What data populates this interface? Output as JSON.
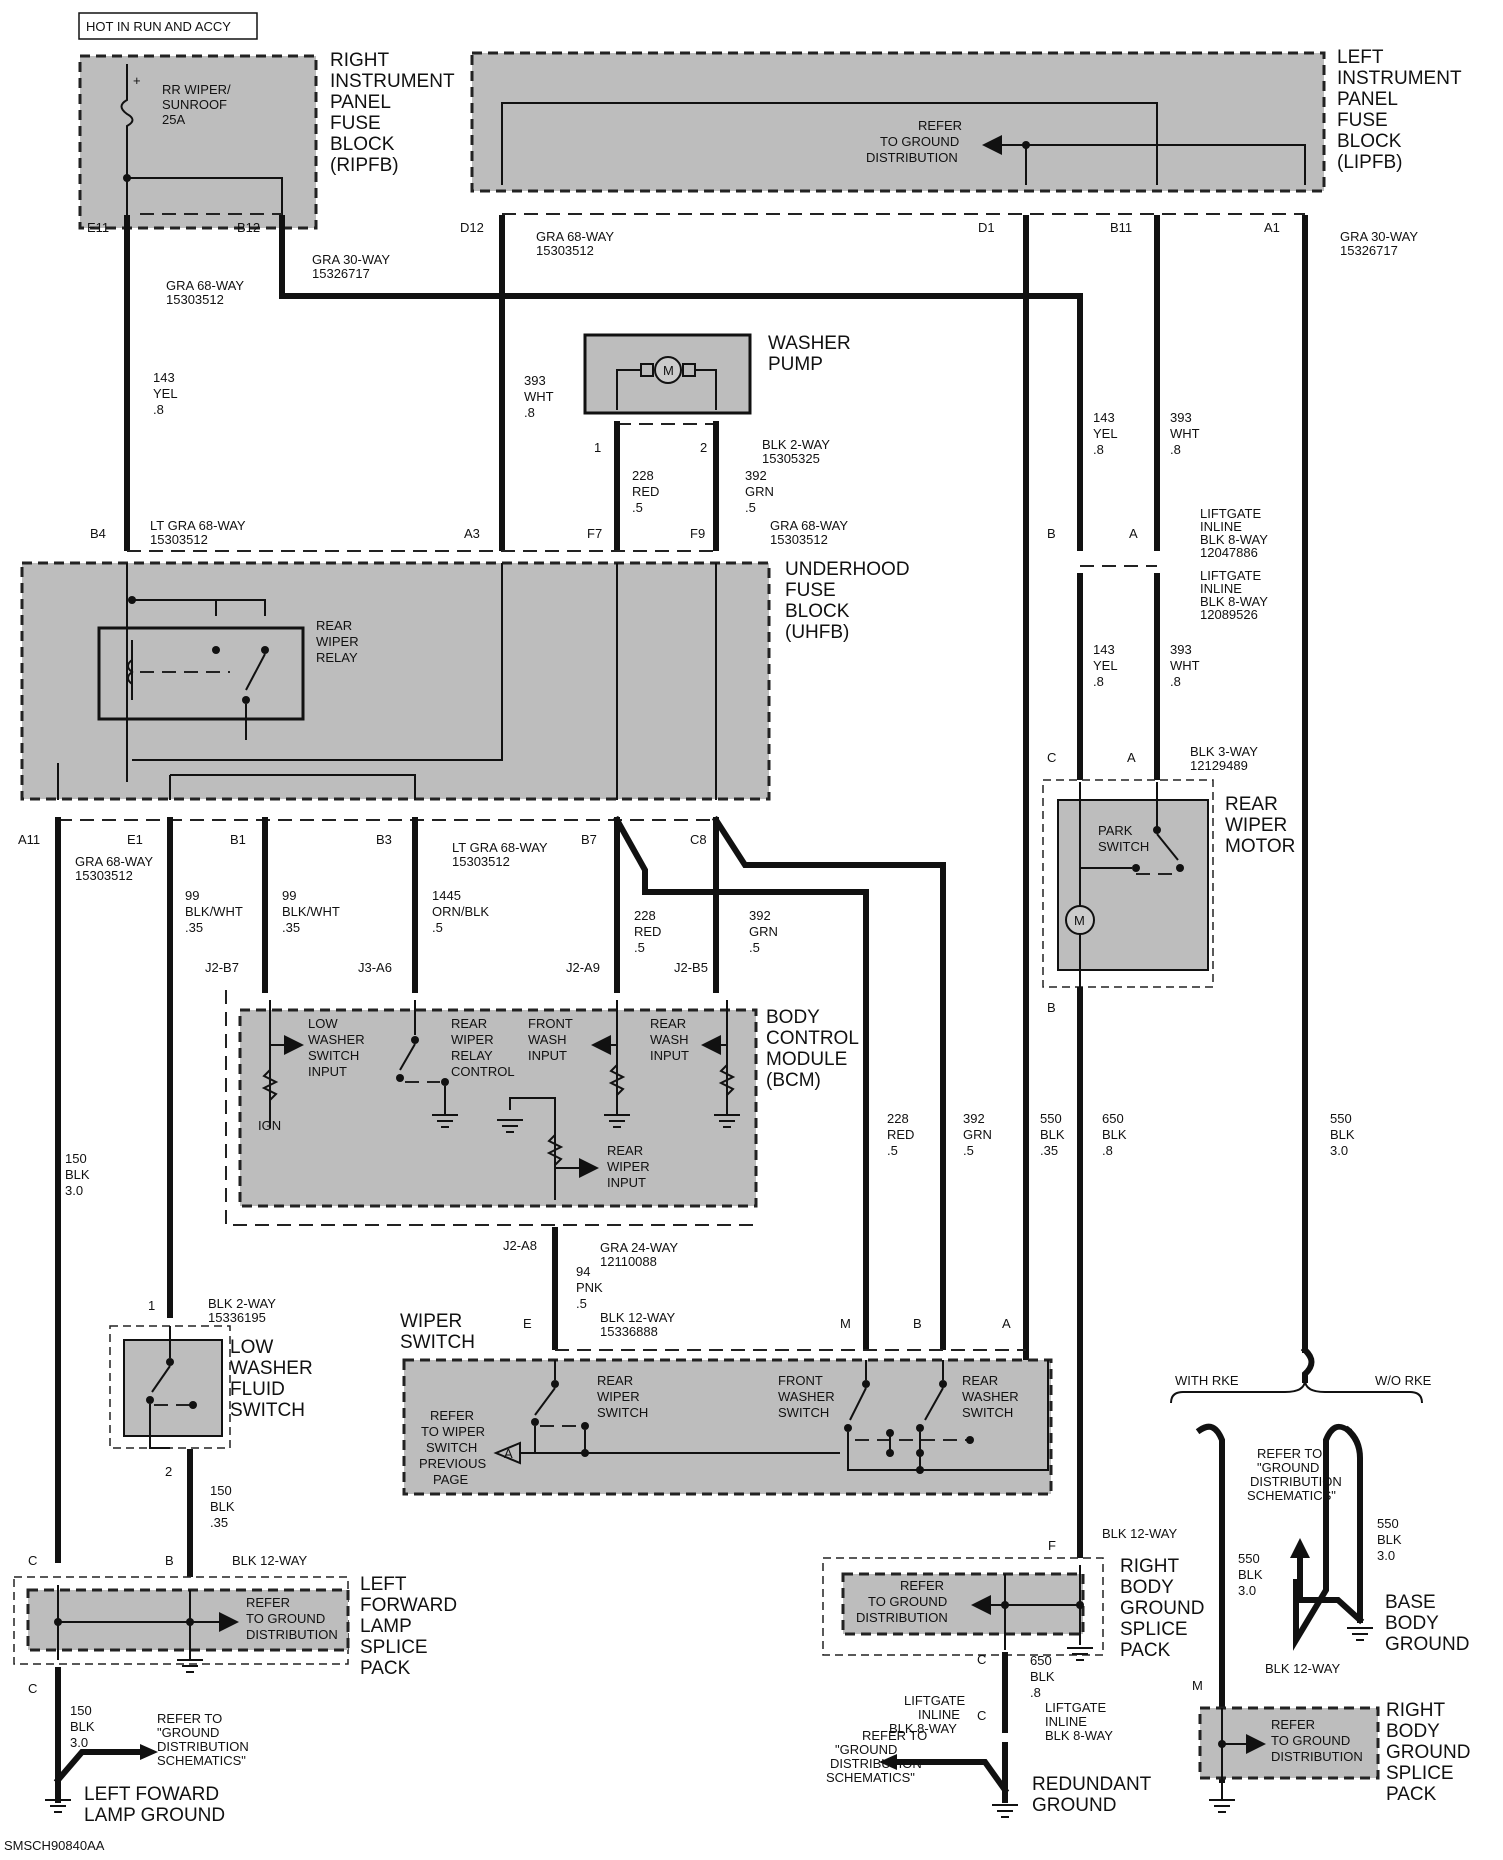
{
  "header_note": "HOT IN RUN AND ACCY",
  "figure_id": "SMSCH90840AA",
  "components": {
    "ripfb": [
      "RIGHT",
      "INSTRUMENT",
      "PANEL",
      "FUSE",
      "BLOCK",
      "(RIPFB)"
    ],
    "fuse": [
      "RR WIPER/",
      "SUNROOF",
      "25A"
    ],
    "lipfb": [
      "LEFT",
      "INSTRUMENT",
      "PANEL",
      "FUSE",
      "BLOCK",
      "(LIPFB)"
    ],
    "lipfb_ground_ref": [
      "REFER",
      "TO GROUND",
      "DISTRIBUTION"
    ],
    "washer_pump": [
      "WASHER",
      "PUMP"
    ],
    "uhfb": [
      "UNDERHOOD",
      "FUSE",
      "BLOCK",
      "(UHFB)"
    ],
    "rear_wiper_relay": [
      "REAR",
      "WIPER",
      "RELAY"
    ],
    "rear_wiper_motor": [
      "REAR",
      "WIPER",
      "MOTOR"
    ],
    "park_switch": [
      "PARK",
      "SWITCH"
    ],
    "bcm": [
      "BODY",
      "CONTROL",
      "MODULE",
      "(BCM)"
    ],
    "bcm_low_washer": [
      "LOW",
      "WASHER",
      "SWITCH",
      "INPUT"
    ],
    "bcm_rear_wiper_relay": [
      "REAR",
      "WIPER",
      "RELAY",
      "CONTROL"
    ],
    "bcm_front_wash": [
      "FRONT",
      "WASH",
      "INPUT"
    ],
    "bcm_rear_wash": [
      "REAR",
      "WASH",
      "INPUT"
    ],
    "bcm_ign": "IGN",
    "bcm_rear_wiper_input": [
      "REAR",
      "WIPER",
      "INPUT"
    ],
    "low_washer_fluid_switch": [
      "LOW",
      "WASHER",
      "FLUID",
      "SWITCH"
    ],
    "wiper_switch": [
      "WIPER",
      "SWITCH"
    ],
    "ws_rear_wiper": [
      "REAR",
      "WIPER",
      "SWITCH"
    ],
    "ws_front_washer": [
      "FRONT",
      "WASHER",
      "SWITCH"
    ],
    "ws_rear_washer": [
      "REAR",
      "WASHER",
      "SWITCH"
    ],
    "ws_refer": [
      "REFER",
      "TO WIPER",
      "SWITCH",
      "PREVIOUS",
      "PAGE"
    ],
    "ws_ref_letter": "A",
    "lf_lamp_splice": [
      "LEFT",
      "FORWARD",
      "LAMP",
      "SPLICE",
      "PACK"
    ],
    "lf_lamp_ref": [
      "REFER",
      "TO GROUND",
      "DISTRIBUTION"
    ],
    "lf_lamp_ground": [
      "LEFT FOWARD",
      "LAMP GROUND"
    ],
    "lf_ground_ref": [
      "REFER TO",
      "\"GROUND",
      "DISTRIBUTION",
      "SCHEMATICS\""
    ],
    "rb_splice_1": [
      "RIGHT",
      "BODY",
      "GROUND",
      "SPLICE",
      "PACK"
    ],
    "rb_splice_1_ref": [
      "REFER",
      "TO GROUND",
      "DISTRIBUTION"
    ],
    "redundant_ground": [
      "REDUNDANT",
      "GROUND"
    ],
    "redundant_ref": [
      "REFER TO",
      "\"GROUND",
      "DISTRIBUTION",
      "SCHEMATICS\""
    ],
    "liftgate_left": [
      "LIFTGATE",
      "INLINE",
      "BLK 8-WAY"
    ],
    "liftgate_right": [
      "LIFTGATE",
      "INLINE",
      "BLK 8-WAY"
    ],
    "with_rke": "WITH RKE",
    "wo_rke": "W/O RKE",
    "rke_ref": [
      "REFER TO",
      "\"GROUND",
      "DISTRIBUTION",
      "SCHEMATICS\""
    ],
    "base_body_ground": [
      "BASE",
      "BODY",
      "GROUND"
    ],
    "rb_splice_2": [
      "RIGHT",
      "BODY",
      "GROUND",
      "SPLICE",
      "PACK"
    ],
    "rb_splice_2_ref": [
      "REFER",
      "TO GROUND",
      "DISTRIBUTION"
    ]
  },
  "connectors": {
    "e11": "E11",
    "b12": "B12",
    "d12": "D12",
    "d1": "D1",
    "b11": "B11",
    "a1": "A1",
    "gra68_e11": [
      "GRA 68-WAY",
      "15303512"
    ],
    "gra30_b12": [
      "GRA 30-WAY",
      "15326717"
    ],
    "gra68_d12": [
      "GRA 68-WAY",
      "15303512"
    ],
    "gra30_a1": [
      "GRA 30-WAY",
      "15326717"
    ],
    "pin1": "1",
    "pin2": "2",
    "blk2_pump": [
      "BLK 2-WAY",
      "15305325"
    ],
    "b4": "B4",
    "a3": "A3",
    "f7": "F7",
    "f9": "F9",
    "ltgra68_b4": [
      "LT GRA 68-WAY",
      "15303512"
    ],
    "gra68_f9": [
      "GRA 68-WAY",
      "15303512"
    ],
    "lg_b": "B",
    "lg_a": "A",
    "liftgate_top": [
      "LIFTGATE",
      "INLINE",
      "BLK 8-WAY",
      "12047886"
    ],
    "liftgate_bot": [
      "LIFTGATE",
      "INLINE",
      "BLK 8-WAY",
      "12089526"
    ],
    "motor_c": "C",
    "motor_a": "A",
    "blk3_motor": [
      "BLK 3-WAY",
      "12129489"
    ],
    "motor_b": "B",
    "a11": "A11",
    "e1": "E1",
    "b1": "B1",
    "b3": "B3",
    "b7": "B7",
    "c8": "C8",
    "gra68_a11": [
      "GRA 68-WAY",
      "15303512"
    ],
    "ltgra68_b3": [
      "LT GRA 68-WAY",
      "15303512"
    ],
    "j2b7": "J2-B7",
    "j3a6": "J3-A6",
    "j2a9": "J2-A9",
    "j2b5": "J2-B5",
    "j2a8": "J2-A8",
    "gra24": [
      "GRA 24-WAY",
      "12110088"
    ],
    "lw_1": "1",
    "blk2_lw": [
      "BLK 2-WAY",
      "15336195"
    ],
    "lw_2": "2",
    "ws_e": "E",
    "ws_m": "M",
    "ws_b": "B",
    "ws_a": "A",
    "blk12_ws": [
      "BLK 12-WAY",
      "15336888"
    ],
    "lf_c": "C",
    "lf_b": "B",
    "blk12_lf": "BLK 12-WAY",
    "lf_c2": "C",
    "rb_f": "F",
    "blk12_rb": "BLK 12-WAY",
    "rb_c": "C",
    "rb_c2": "C",
    "rb2_m": "M",
    "blk12_rb2": "BLK 12-WAY"
  },
  "wires": {
    "w143_top": [
      "143",
      "YEL",
      ".8"
    ],
    "w393_top": [
      "393",
      "WHT",
      ".8"
    ],
    "w228_pump": [
      "228",
      "RED",
      ".5"
    ],
    "w392_pump": [
      "392",
      "GRN",
      ".5"
    ],
    "w143_mid": [
      "143",
      "YEL",
      ".8"
    ],
    "w393_mid": [
      "393",
      "WHT",
      ".8"
    ],
    "w143_low": [
      "143",
      "YEL",
      ".8"
    ],
    "w393_low": [
      "393",
      "WHT",
      ".8"
    ],
    "w99_e1": [
      "99",
      "BLK/WHT",
      ".35"
    ],
    "w99_b1": [
      "99",
      "BLK/WHT",
      ".35"
    ],
    "w1445": [
      "1445",
      "ORN/BLK",
      ".5"
    ],
    "w228_b7": [
      "228",
      "RED",
      ".5"
    ],
    "w392_c8": [
      "392",
      "GRN",
      ".5"
    ],
    "w150_a11": [
      "150",
      "BLK",
      "3.0"
    ],
    "w228_ws": [
      "228",
      "RED",
      ".5"
    ],
    "w392_ws": [
      "392",
      "GRN",
      ".5"
    ],
    "w550_d1": [
      "550",
      "BLK",
      ".35"
    ],
    "w650_motor": [
      "650",
      "BLK",
      ".8"
    ],
    "w550_a1": [
      "550",
      "BLK",
      "3.0"
    ],
    "w94": [
      "94",
      "PNK",
      ".5"
    ],
    "w150_lw": [
      "150",
      "BLK",
      ".35"
    ],
    "w150_lf": [
      "150",
      "BLK",
      "3.0"
    ],
    "w650_rb": [
      "650",
      "BLK",
      ".8"
    ],
    "w550_rke": [
      "550",
      "BLK",
      "3.0"
    ],
    "w550_base": [
      "550",
      "BLK",
      "3.0"
    ]
  }
}
